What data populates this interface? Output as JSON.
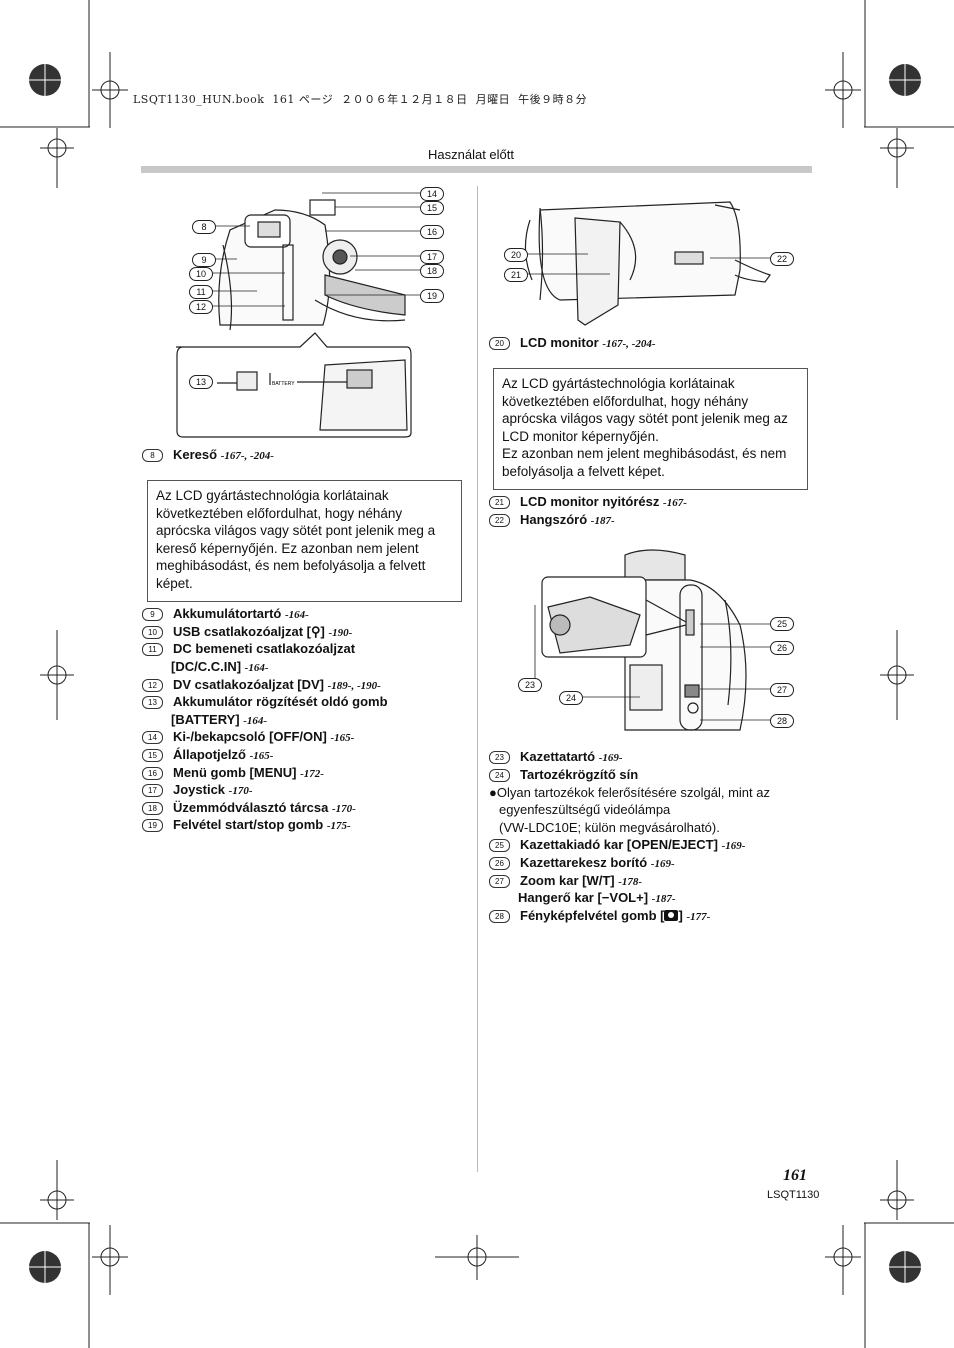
{
  "header": {
    "book_line": "LSQT1130_HUN.book  161 ページ  ２００６年１２月１８日  月曜日  午後９時８分",
    "section": "Használat előtt"
  },
  "left": {
    "callouts": [
      "8",
      "9",
      "10",
      "11",
      "12",
      "13",
      "14",
      "15",
      "16",
      "17",
      "18",
      "19"
    ],
    "inset_text": "BATTERY",
    "item8": {
      "num": "8",
      "label": "Kereső",
      "ref": "-167-, -204-"
    },
    "note": "Az LCD gyártástechnológia korlátainak következtében előfordulhat, hogy néhány aprócska világos vagy sötét pont jelenik meg a kereső képernyőjén. Ez azonban nem jelent meghibásodást, és nem befolyásolja a felvett képet.",
    "items": [
      {
        "num": "9",
        "label": "Akkumulátortartó",
        "ref": "-164-"
      },
      {
        "num": "10",
        "label": "USB csatlakozóaljzat [⚲]",
        "ref": "-190-"
      },
      {
        "num": "11",
        "label": "DC bemeneti csatlakozóaljzat",
        "cont": "[DC/C.C.IN]",
        "ref": "-164-"
      },
      {
        "num": "12",
        "label": "DV csatlakozóaljzat [DV]",
        "ref": "-189-, -190-"
      },
      {
        "num": "13",
        "label": "Akkumulátor rögzítését oldó gomb",
        "cont": "[BATTERY]",
        "ref": "-164-"
      },
      {
        "num": "14",
        "label": "Ki-/bekapcsoló [OFF/ON]",
        "ref": "-165-"
      },
      {
        "num": "15",
        "label": "Állapotjelző",
        "ref": "-165-"
      },
      {
        "num": "16",
        "label": "Menü gomb [MENU]",
        "ref": "-172-"
      },
      {
        "num": "17",
        "label": "Joystick",
        "ref": "-170-"
      },
      {
        "num": "18",
        "label": "Üzemmódválasztó tárcsa",
        "ref": "-170-"
      },
      {
        "num": "19",
        "label": "Felvétel start/stop gomb",
        "ref": "-175-"
      }
    ]
  },
  "right": {
    "callouts_top": [
      "20",
      "21",
      "22"
    ],
    "item20": {
      "num": "20",
      "label": "LCD monitor",
      "ref": "-167-, -204-"
    },
    "note": "Az LCD gyártástechnológia korlátainak következtében előfordulhat, hogy néhány aprócska világos vagy sötét pont jelenik meg az LCD monitor képernyőjén.\nEz azonban nem jelent meghibásodást, és nem befolyásolja a felvett képet.",
    "item21": {
      "num": "21",
      "label": "LCD monitor nyitórész",
      "ref": "-167-"
    },
    "item22": {
      "num": "22",
      "label": "Hangszóró",
      "ref": "-187-"
    },
    "callouts_bottom": [
      "23",
      "24",
      "25",
      "26",
      "27",
      "28"
    ],
    "item23": {
      "num": "23",
      "label": "Kazettatartó",
      "ref": "-169-"
    },
    "item24": {
      "num": "24",
      "label": "Tartozékrögzítő sín"
    },
    "bullet": "●Olyan tartozékok felerősítésére szolgál, mint az",
    "bullet2": "egyenfeszültségű videólámpa",
    "bullet3": "(VW-LDC10E; külön megvásárolható).",
    "item25": {
      "num": "25",
      "label": "Kazettakiadó kar [OPEN/EJECT]",
      "ref": "-169-"
    },
    "item26": {
      "num": "26",
      "label": "Kazettarekesz borító",
      "ref": "-169-"
    },
    "item27": {
      "num": "27",
      "label": "Zoom kar [W/T]",
      "ref": "-178-"
    },
    "item27b": {
      "label": "Hangerő kar [−VOL+]",
      "ref": "-187-"
    },
    "item28": {
      "num": "28",
      "label": "Fényképfelvétel gomb [",
      "label_end": "]",
      "ref": "-177-"
    }
  },
  "footer": {
    "page": "161",
    "code": "LSQT1130"
  }
}
